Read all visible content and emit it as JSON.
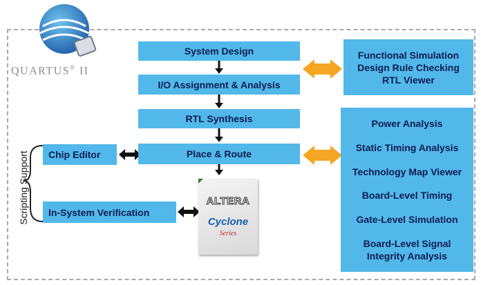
{
  "logo": {
    "name": "QUARTUS",
    "mark": "®",
    "version": "II"
  },
  "scripting_support_label": "Scripting Support",
  "flow": {
    "system_design": "System Design",
    "io_assignment": "I/O Assignment & Analysis",
    "rtl_synthesis": "RTL Synthesis",
    "place_route": "Place & Route"
  },
  "side_tools": {
    "chip_editor": "Chip Editor",
    "in_system_verification": "In-System Verification"
  },
  "chip": {
    "brand": "ALTERA",
    "product": "Cyclone",
    "series": "Series"
  },
  "upper_features": [
    "Functional Simulation",
    "Design Rule Checking",
    "RTL Viewer"
  ],
  "lower_features": [
    "Power Analysis",
    "Static Timing Analysis",
    "Technology Map Viewer",
    "Board-Level Timing",
    "Gate-Level Simulation"
  ],
  "last_feature": [
    "Board-Level Signal",
    "Integrity Analysis"
  ],
  "colors": {
    "box": "#52b8e9",
    "text": "#0d1b55",
    "connector": "#f5a623",
    "frame": "#a8a8a8"
  }
}
